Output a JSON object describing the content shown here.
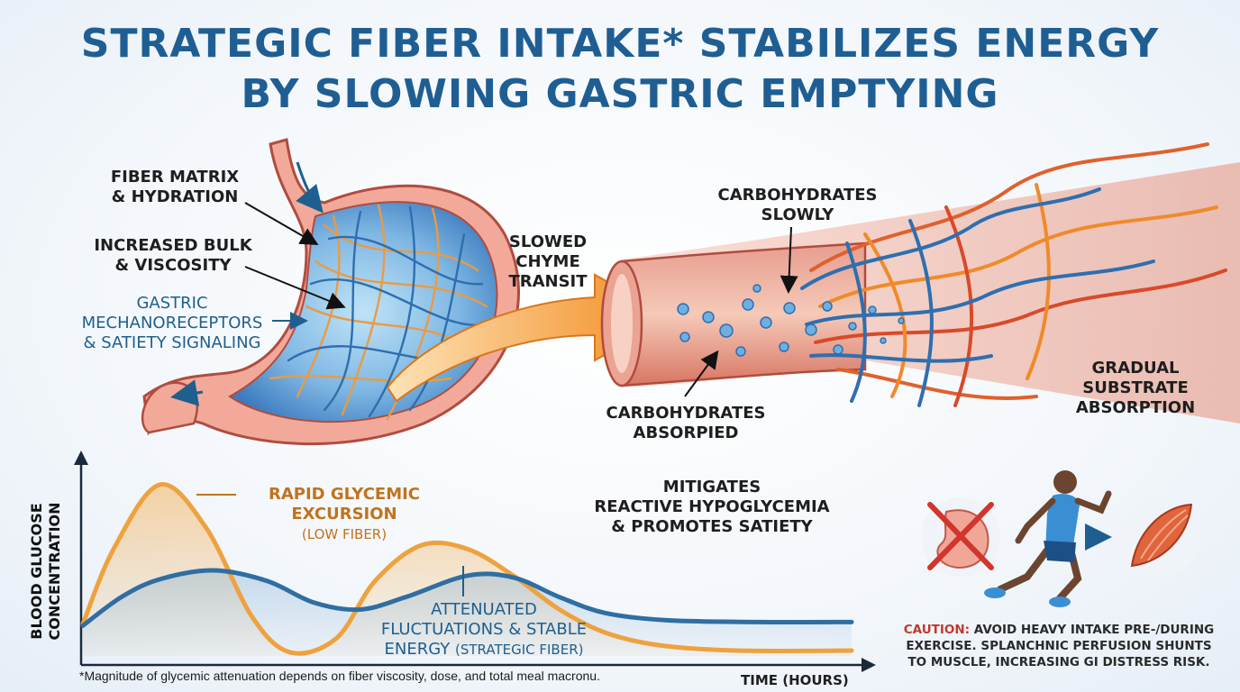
{
  "title": {
    "line1": "STRATEGIC FIBER INTAKE* STABILIZES ENERGY",
    "line2": "BY SLOWING GASTRIC EMPTYING"
  },
  "stomach_labels": {
    "fiber_matrix": [
      "FIBER MATRIX",
      "& HYDRATION"
    ],
    "bulk": [
      "INCREASED BULK",
      "& VISCOSITY"
    ],
    "mechano": [
      "GASTRIC",
      "MECHANORECEPTORS",
      "& SATIETY SIGNALING"
    ]
  },
  "transit_label": [
    "SLOWED",
    "CHYME",
    "TRANSIT"
  ],
  "intestine_labels": {
    "carbs_slowly": [
      "CARBOHYDRATES",
      "SLOWLY"
    ],
    "carbs_absorbed": [
      "CARBOHYDRATES",
      "ABSORPIED"
    ],
    "gradual": [
      "GRADUAL",
      "SUBSTRATE",
      "ABSORPTION"
    ]
  },
  "mitigates": [
    "MITIGATES",
    "REACTIVE HYPOGLYCEMIA",
    "& PROMOTES SATIETY"
  ],
  "chart_data": {
    "type": "line",
    "title": "",
    "xlabel": "TIME (HOURS)",
    "ylabel": "BLOOD GLUCOSE CONCENTRATION",
    "ylim": [
      0,
      1
    ],
    "xlim": [
      0,
      1
    ],
    "grid": false,
    "annotations": {
      "rapid": {
        "lines": [
          "RAPID GLYCEMIC",
          "EXCURSION"
        ],
        "sub": "(LOW FIBER)"
      },
      "attenuated": {
        "lines": [
          "ATTENUATED",
          "FLUCTUATIONS & STABLE"
        ],
        "last": "ENERGY",
        "sub": "(STRATEGIC FIBER)"
      }
    },
    "series": [
      {
        "color": "#eea23f",
        "x": [
          0,
          0.04,
          0.1,
          0.16,
          0.22,
          0.27,
          0.33,
          0.38,
          0.44,
          0.5,
          0.56,
          0.62,
          0.68,
          0.75,
          0.85,
          1.0
        ],
        "y": [
          0.18,
          0.6,
          0.96,
          0.72,
          0.22,
          0.02,
          0.1,
          0.42,
          0.62,
          0.6,
          0.45,
          0.26,
          0.13,
          0.06,
          0.03,
          0.03
        ]
      },
      {
        "color": "#2f6ea3",
        "x": [
          0,
          0.05,
          0.1,
          0.17,
          0.24,
          0.3,
          0.36,
          0.42,
          0.5,
          0.56,
          0.62,
          0.68,
          0.76,
          0.88,
          1.0
        ],
        "y": [
          0.17,
          0.33,
          0.43,
          0.48,
          0.42,
          0.3,
          0.26,
          0.33,
          0.45,
          0.44,
          0.33,
          0.24,
          0.2,
          0.19,
          0.19
        ]
      }
    ]
  },
  "footnote": "*Magnitude of glycemic attenuation depends on fiber viscosity, dose, and total meal macronu.",
  "caution": {
    "keyword": "CAUTION:",
    "text1": "AVOID HEAVY INTAKE PRE-/DURING",
    "text2": "EXERCISE. SPLANCHNIC PERFUSION SHUNTS",
    "text3": "TO MUSCLE, INCREASING GI DISTRESS RISK."
  },
  "icons": [
    "stomach-icon",
    "no-symbol-icon",
    "runner-icon",
    "arrow-right-icon",
    "muscle-icon"
  ]
}
